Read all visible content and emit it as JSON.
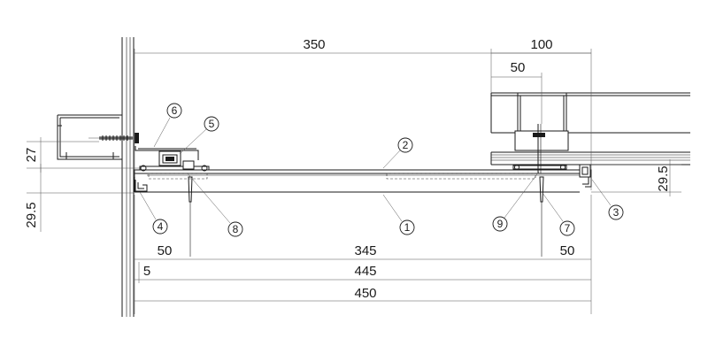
{
  "dimensions": {
    "top_span": "350",
    "top_right_span": "100",
    "top_inner": "50",
    "left_upper": "27",
    "left_lower": "29.5",
    "right_side": "29.5",
    "bottom_left": "50",
    "bottom_mid": "345",
    "bottom_right": "50",
    "small_offset": "5",
    "overall_inner": "445",
    "overall": "450"
  },
  "callouts": {
    "c1": "1",
    "c2": "2",
    "c3": "3",
    "c4": "4",
    "c5": "5",
    "c6": "6",
    "c7": "7",
    "c8": "8",
    "c9": "9"
  }
}
